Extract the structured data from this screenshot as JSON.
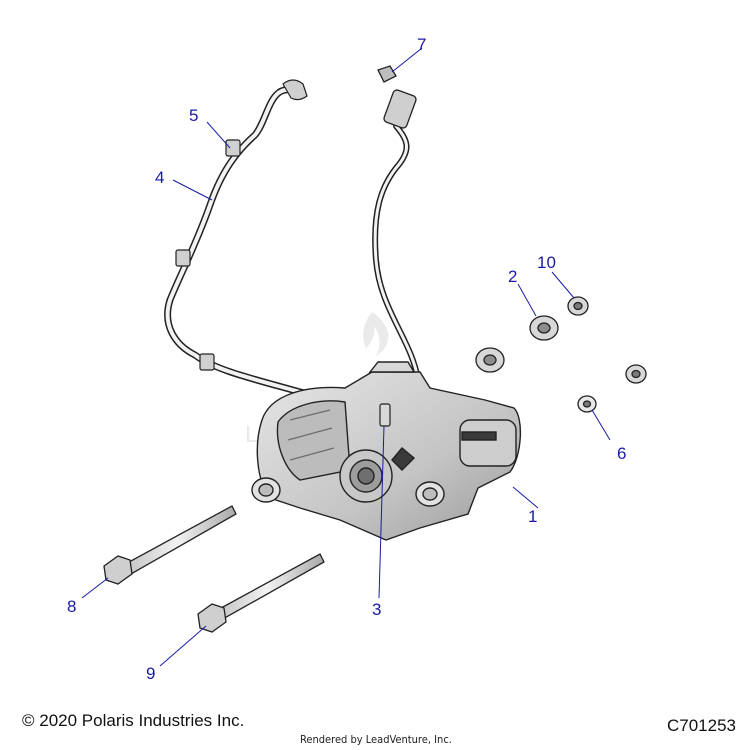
{
  "callouts": {
    "c1": "1",
    "c2": "2",
    "c3": "3",
    "c4": "4",
    "c5": "5",
    "c6": "6",
    "c7": "7",
    "c8": "8",
    "c9": "9",
    "c10": "10"
  },
  "footer": {
    "copyright": "© 2020 Polaris Industries Inc.",
    "rendered_by": "Rendered by LeadVenture, Inc.",
    "diagram_code": "C701253"
  },
  "colors": {
    "callout": "#1a1aa6",
    "part_fill": "#d4d4d4",
    "part_dark": "#8c8c8c",
    "outline": "#222222"
  }
}
